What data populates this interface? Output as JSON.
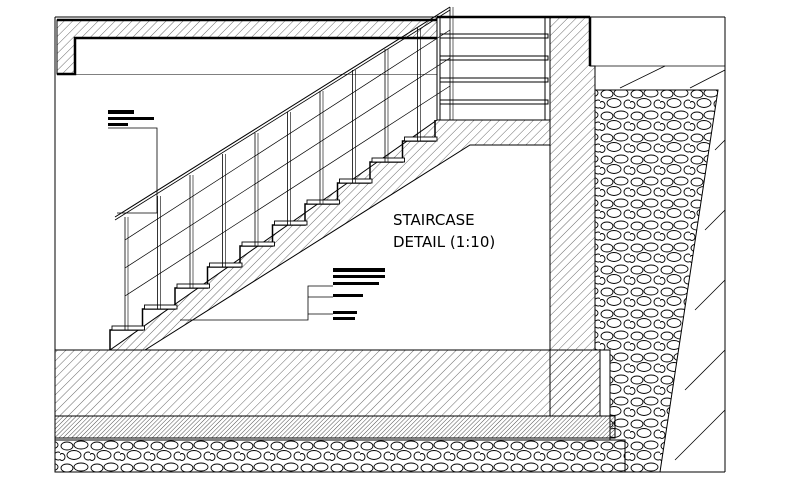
{
  "title": {
    "line1": "STAIRCASE",
    "line2": "DETAIL (1:10)"
  },
  "colors": {
    "ink": "#000000",
    "background": "#ffffff",
    "hatch": "#333333"
  },
  "drawing": {
    "scale": "1:10",
    "step_count": 10,
    "landing_tread_count": 4,
    "baluster_count": 10
  },
  "legend_markers": [
    "callout-marker-top-left",
    "callout-marker-center"
  ]
}
